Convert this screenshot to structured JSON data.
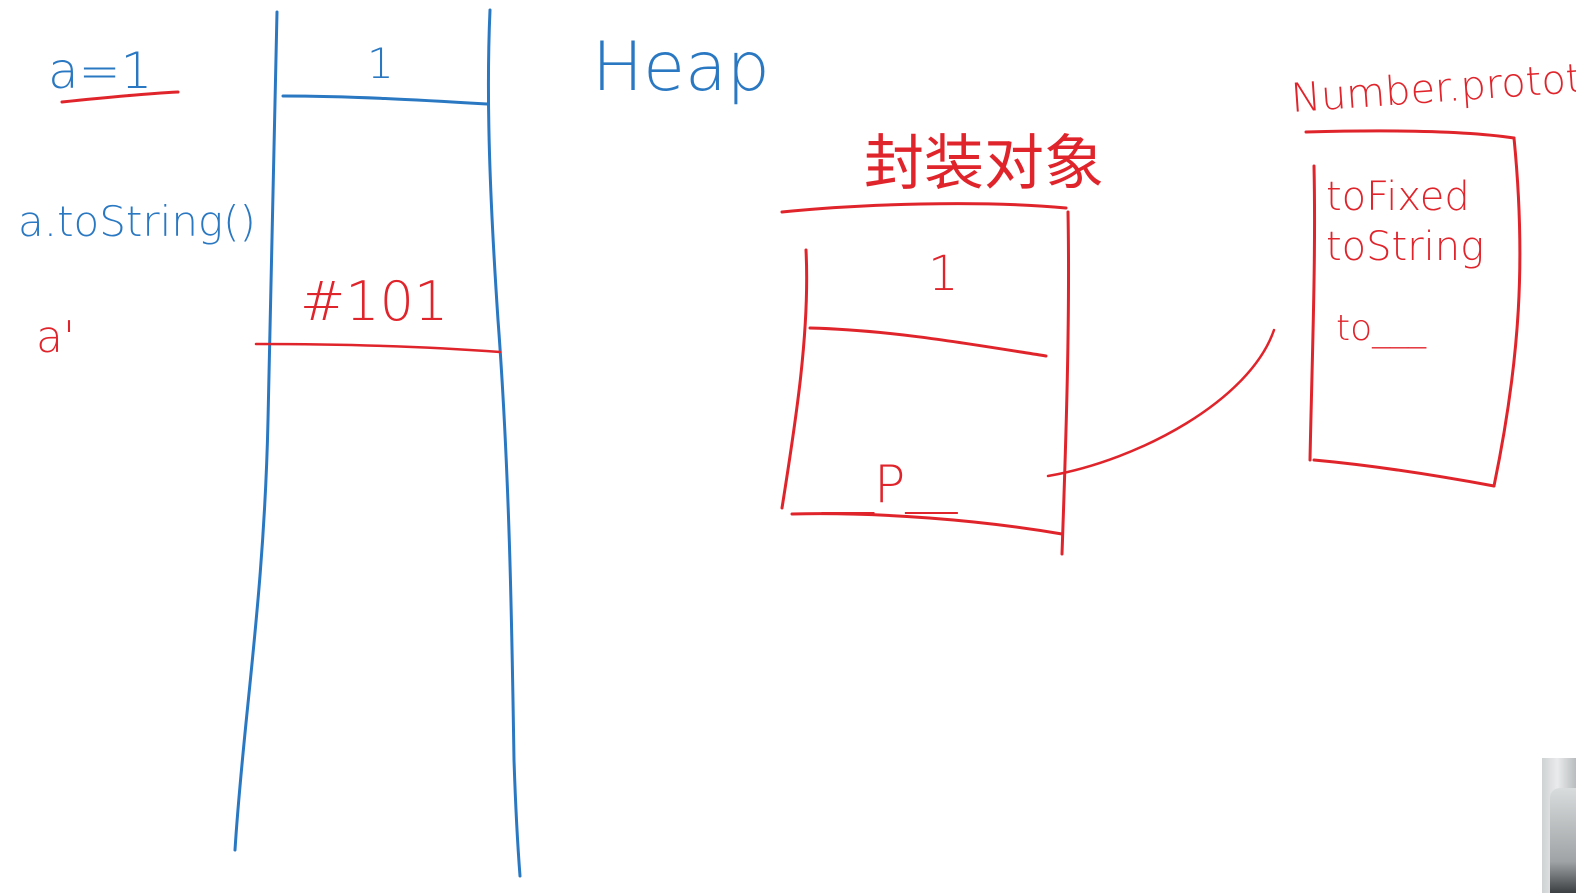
{
  "board": {
    "colors": {
      "blue": "#2a78c2",
      "red": "#e0242b",
      "background": "#ffffff"
    },
    "stack": {
      "label_assign": "a=1",
      "label_call": "a.toString()",
      "label_wrapper": "a'",
      "cell_value": "1",
      "cell_address": "#101"
    },
    "heap": {
      "title": "Heap",
      "wrapper_object_title": "封装对象",
      "wrapper_value": "1",
      "proto_slot": "__P__",
      "prototype_title": "Number.prototype",
      "methods": [
        "toFixed",
        "toString",
        "to___"
      ]
    }
  }
}
